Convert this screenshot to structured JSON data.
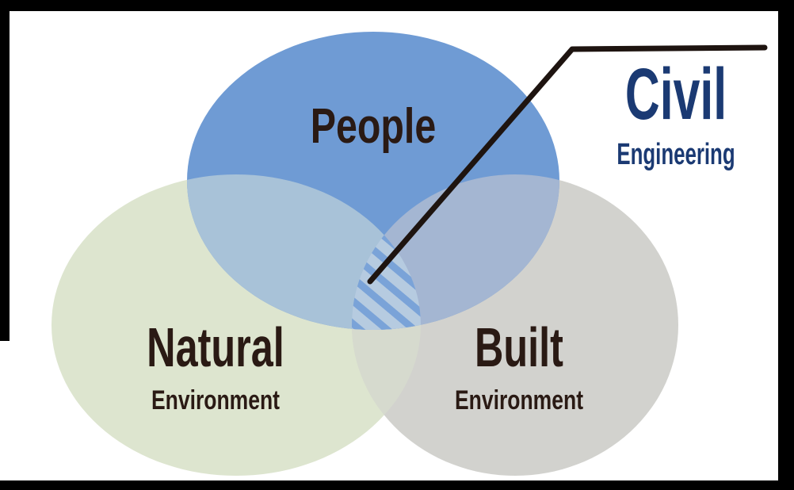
{
  "diagram": {
    "type": "venn",
    "sets": [
      {
        "label": "People",
        "sublabel": "",
        "color": "#6f9bd4"
      },
      {
        "label": "Natural",
        "sublabel": "Environment",
        "color": "#dde5cf"
      },
      {
        "label": "Built",
        "sublabel": "Environment",
        "color": "#d2d2ce"
      }
    ],
    "intersection": {
      "title": "Civil",
      "subtitle": "Engineering",
      "title_color": "#1b3a73",
      "hatch_color": "#6f9bd4"
    },
    "text_color": "#2a1a14"
  }
}
